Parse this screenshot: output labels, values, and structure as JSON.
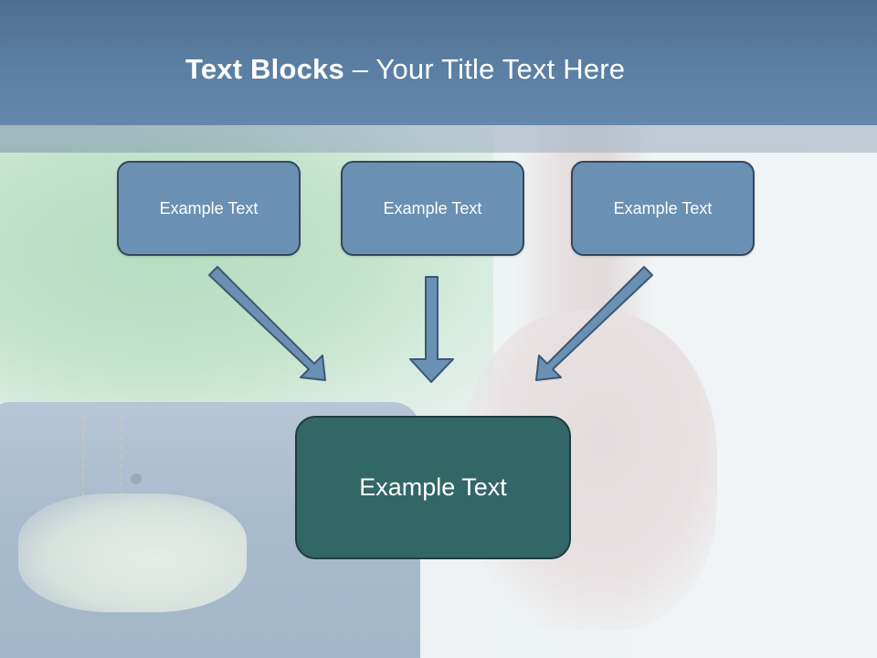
{
  "slide": {
    "title_bold": "Text Blocks",
    "title_rest": " – Your Title Text Here"
  },
  "blocks": [
    {
      "label": "Example Text"
    },
    {
      "label": "Example Text"
    },
    {
      "label": "Example Text"
    }
  ],
  "main_block": {
    "label": "Example Text"
  },
  "colors": {
    "banner": "#5b7fa3",
    "block_fill": "#6a90b4",
    "block_border": "#33485f",
    "main_fill": "#336666",
    "arrow_fill": "#6a90b4"
  },
  "icons": [
    "arrow-down-right-icon",
    "arrow-down-icon",
    "arrow-down-left-icon"
  ]
}
